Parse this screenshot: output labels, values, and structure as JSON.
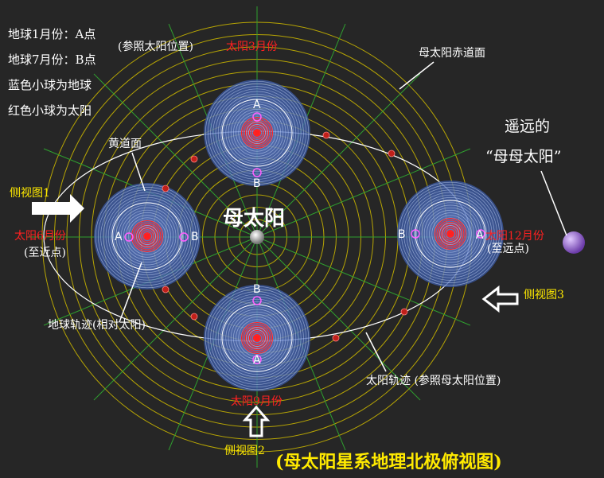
{
  "legend": {
    "line1": "地球1月份：A点",
    "line2": "地球7月份：B点",
    "line3": "蓝色小球为地球",
    "line4": "红色小球为太阳"
  },
  "ref_note": "(参照太阳位置)",
  "center_label": "母太阳",
  "labels": {
    "top_month": "太阳3月份",
    "left_month": "太阳6月份",
    "right_month": "太阳12月份",
    "bottom_month": "太阳9月份",
    "perihelion": "(至近点)",
    "aphelion": "(至远点)",
    "mother_equator": "母太阳赤道面",
    "ecliptic": "黄道面",
    "earth_orbit": "地球轨迹(相对太阳)",
    "sun_orbit": "太阳轨迹 (参照母太阳位置)",
    "distant_line1": "遥远的",
    "distant_line2": "“母母太阳”",
    "side_view_1": "侧视图1",
    "side_view_2": "侧视图2",
    "side_view_3": "侧视图3",
    "title": "(母太阳星系地理北极俯视图)"
  },
  "point_labels": {
    "a": "A",
    "b": "B"
  },
  "colors": {
    "background": "#262626",
    "rings": "#c8b400",
    "spokes": "#2fa02f",
    "globe_blue": "#4a72c8",
    "sun_red": "#ff2020",
    "label_yellow": "#ffea00",
    "distant_sun": "#a070d0"
  }
}
